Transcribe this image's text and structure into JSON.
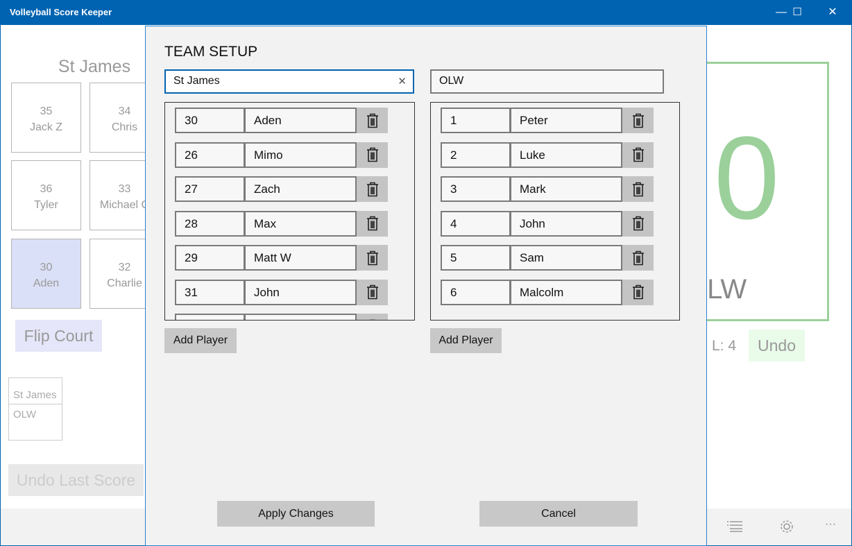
{
  "app": {
    "title": "Volleyball Score Keeper",
    "minimize": "—",
    "maximize": "☐",
    "close": "✕"
  },
  "background": {
    "team_name": "St James",
    "tiles": [
      {
        "number": "35",
        "name": "Jack Z"
      },
      {
        "number": "34",
        "name": "Chris"
      },
      {
        "number": "36",
        "name": "Tyler"
      },
      {
        "number": "33",
        "name": "Michael C"
      },
      {
        "number": "30",
        "name": "Aden",
        "selected": true
      },
      {
        "number": "32",
        "name": "Charlie"
      }
    ],
    "flip_court": "Flip Court",
    "mini_score": {
      "team1": "St James",
      "team2": "OLW"
    },
    "undo_last_score": "Undo Last Score",
    "right_score": "0",
    "right_team": "OLW",
    "lineup_label": "L: 4",
    "undo": "Undo",
    "accent_green": "#9bd09b"
  },
  "dialog": {
    "title": "TEAM SETUP",
    "left": {
      "team_name": "St James",
      "players": [
        {
          "number": "30",
          "name": "Aden"
        },
        {
          "number": "26",
          "name": "Mimo"
        },
        {
          "number": "27",
          "name": "Zach"
        },
        {
          "number": "28",
          "name": "Max"
        },
        {
          "number": "29",
          "name": "Matt W"
        },
        {
          "number": "31",
          "name": "John"
        },
        {
          "number": "",
          "name": ""
        }
      ],
      "add_player": "Add Player",
      "clear": "✕"
    },
    "right": {
      "team_name": "OLW",
      "players": [
        {
          "number": "1",
          "name": "Peter"
        },
        {
          "number": "2",
          "name": "Luke"
        },
        {
          "number": "3",
          "name": "Mark"
        },
        {
          "number": "4",
          "name": "John"
        },
        {
          "number": "5",
          "name": "Sam"
        },
        {
          "number": "6",
          "name": "Malcolm"
        }
      ],
      "add_player": "Add Player"
    },
    "apply": "Apply Changes",
    "cancel": "Cancel"
  },
  "command_bar": {
    "more": "···"
  }
}
